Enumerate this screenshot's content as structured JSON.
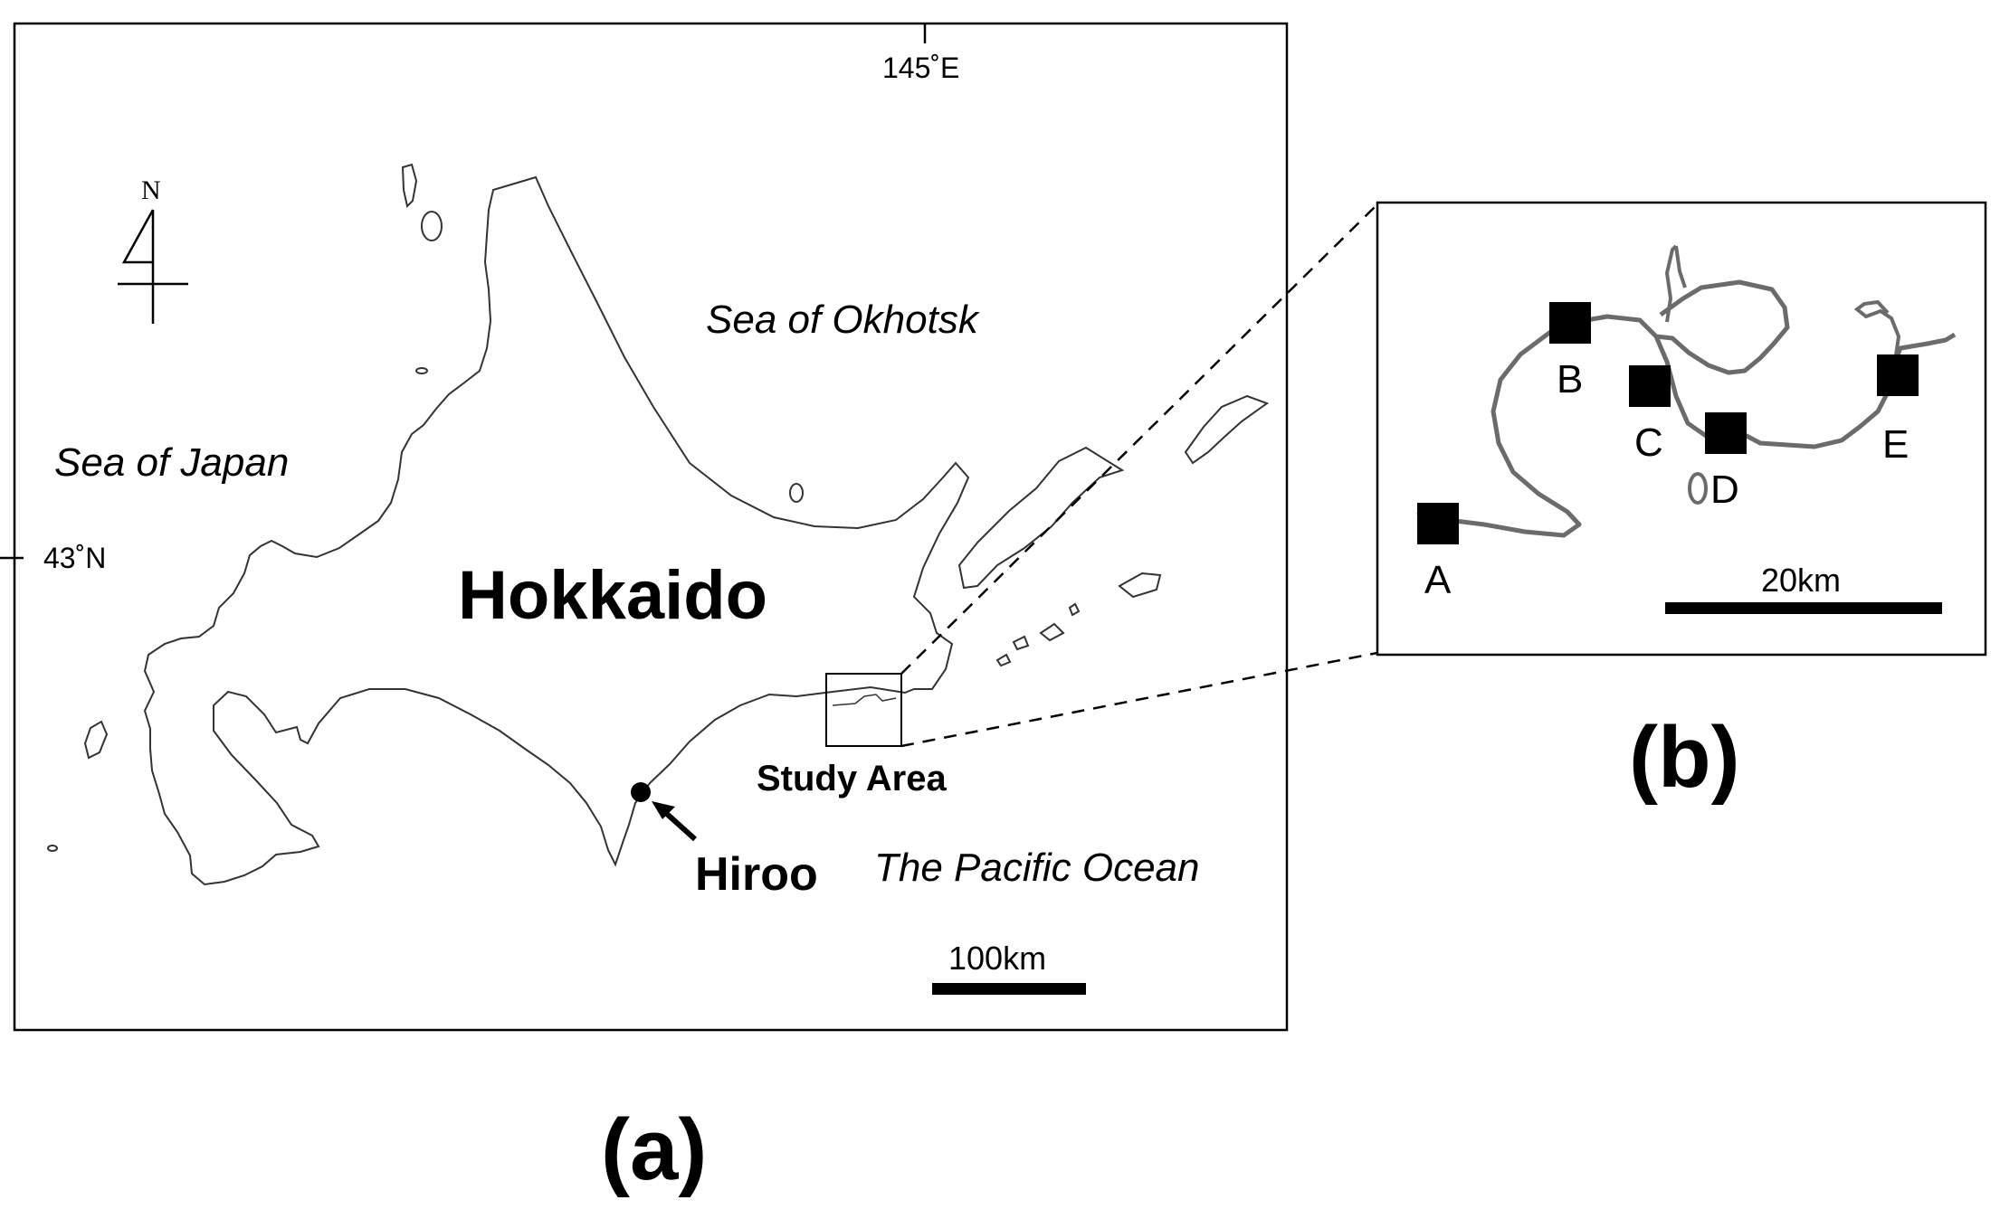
{
  "panel_a": {
    "caption": "(a)",
    "island_name": "Hokkaido",
    "seas": {
      "okhotsk": "Sea of Okhotsk",
      "japan": "Sea of Japan",
      "pacific": "The Pacific Ocean"
    },
    "longitude_label": "145˚E",
    "latitude_label": "43˚N",
    "north_label": "N",
    "study_area_label": "Study Area",
    "town_label": "Hiroo",
    "scale_label": "100km"
  },
  "panel_b": {
    "caption": "(b)",
    "sites": [
      "A",
      "B",
      "C",
      "D",
      "E"
    ],
    "scale_label": "20km"
  },
  "colors": {
    "ink": "#000000",
    "coastline": "#333333",
    "river": "#6b6b6b",
    "background": "#ffffff"
  },
  "icons": {
    "north_arrow": "north-arrow-icon",
    "site_marker": "filled-square-icon",
    "town_marker": "filled-circle-icon"
  }
}
